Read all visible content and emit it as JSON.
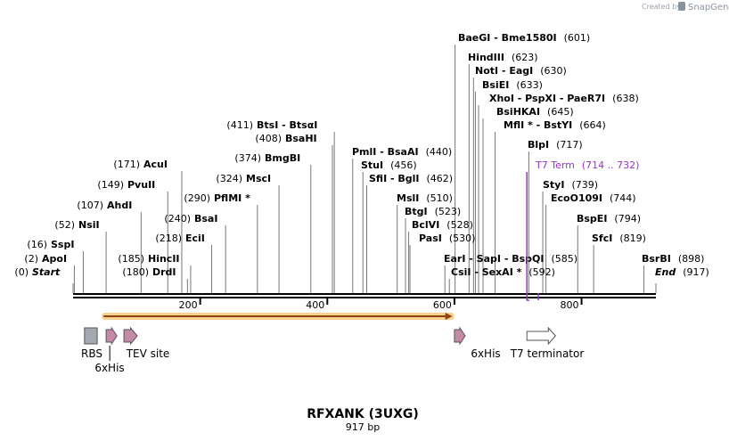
{
  "credit": {
    "prefix": "Created by",
    "brand": "SnapGene",
    "icon": "snapgene-logo-icon"
  },
  "title": "RFXANK (3UXG)",
  "subtitle": "917 bp",
  "sequence_length": 917,
  "ruler": {
    "ticks": [
      200,
      400,
      600,
      800
    ],
    "tick_labels": [
      "200",
      "400",
      "600",
      "800"
    ]
  },
  "sites": [
    {
      "name": "Start",
      "pos": "(0)",
      "value": 0,
      "style": "italic",
      "row": 0,
      "side": "left"
    },
    {
      "name": "ApoI",
      "pos": "(2)",
      "value": 2,
      "style": "bold",
      "row": 1,
      "side": "left"
    },
    {
      "name": "SspI",
      "pos": "(16)",
      "value": 16,
      "style": "bold",
      "row": 2,
      "side": "left"
    },
    {
      "name": "NsiI",
      "pos": "(52)",
      "value": 52,
      "style": "bold",
      "row": 3,
      "side": "left"
    },
    {
      "name": "AhdI",
      "pos": "(107)",
      "value": 107,
      "style": "bold",
      "row": 4,
      "side": "left"
    },
    {
      "name": "PvuII",
      "pos": "(149)",
      "value": 149,
      "style": "bold",
      "row": 5,
      "side": "left"
    },
    {
      "name": "AcuI",
      "pos": "(171)",
      "value": 171,
      "style": "bold",
      "row": 6,
      "side": "left"
    },
    {
      "name": "DrdI",
      "pos": "(180)",
      "value": 180,
      "style": "bold",
      "row": 0,
      "side": "left"
    },
    {
      "name": "HincII",
      "pos": "(185)",
      "value": 185,
      "style": "bold",
      "row": 1,
      "side": "left"
    },
    {
      "name": "EciI",
      "pos": "(218)",
      "value": 218,
      "style": "bold",
      "row": 2,
      "side": "left"
    },
    {
      "name": "BsaI",
      "pos": "(240)",
      "value": 240,
      "style": "bold",
      "row": 3,
      "side": "left"
    },
    {
      "name": "PflMI *",
      "pos": "(290)",
      "value": 290,
      "style": "bold",
      "row": 4,
      "side": "left"
    },
    {
      "name": "MscI",
      "pos": "(324)",
      "value": 324,
      "style": "bold",
      "row": 5,
      "side": "left"
    },
    {
      "name": "BmgBI",
      "pos": "(374)",
      "value": 374,
      "style": "bold",
      "row": 6,
      "side": "left"
    },
    {
      "name": "BsaHI",
      "pos": "(408)",
      "value": 408,
      "style": "bold",
      "row": 7,
      "side": "left"
    },
    {
      "name": "BtsI - BtsαI",
      "pos": "(411)",
      "value": 411,
      "style": "bold",
      "row": 8,
      "side": "left"
    },
    {
      "name": "PmlI - BsaAI",
      "pos": "(440)",
      "value": 440,
      "style": "bold",
      "row": 7,
      "side": "right"
    },
    {
      "name": "StuI",
      "pos": "(456)",
      "value": 456,
      "style": "bold",
      "row": 6,
      "side": "right"
    },
    {
      "name": "SfiI - BglI",
      "pos": "(462)",
      "value": 462,
      "style": "bold",
      "row": 5,
      "side": "right"
    },
    {
      "name": "MslI",
      "pos": "(510)",
      "value": 510,
      "style": "bold",
      "row": 4,
      "side": "right"
    },
    {
      "name": "BtgI",
      "pos": "(523)",
      "value": 523,
      "style": "bold",
      "row": 3,
      "side": "right"
    },
    {
      "name": "BclVI",
      "pos": "(528)",
      "value": 528,
      "style": "bold",
      "row": 2,
      "side": "right"
    },
    {
      "name": "PasI",
      "pos": "(530)",
      "value": 530,
      "style": "bold",
      "row": 1,
      "side": "right"
    },
    {
      "name": "EarI - SapI - BspQI",
      "pos": "(585)",
      "value": 585,
      "style": "bold",
      "row": 1,
      "side": "right"
    },
    {
      "name": "CsiI - SexAI *",
      "pos": "(592)",
      "value": 592,
      "style": "bold",
      "row": 0,
      "side": "right"
    },
    {
      "name": "BaeGI - Bme1580I",
      "pos": "(601)",
      "value": 601,
      "style": "bold",
      "row": 17,
      "side": "right"
    },
    {
      "name": "HindIII",
      "pos": "(623)",
      "value": 623,
      "style": "bold",
      "row": 16,
      "side": "right"
    },
    {
      "name": "NotI - EagI",
      "pos": "(630)",
      "value": 630,
      "style": "bold",
      "row": 15,
      "side": "right"
    },
    {
      "name": "BsiEI",
      "pos": "(633)",
      "value": 633,
      "style": "bold",
      "row": 14,
      "side": "right"
    },
    {
      "name": "XhoI - PspXI - PaeR7I",
      "pos": "(638)",
      "value": 638,
      "style": "bold",
      "row": 13,
      "side": "right"
    },
    {
      "name": "BsiHKAI",
      "pos": "(645)",
      "value": 645,
      "style": "bold",
      "row": 12,
      "side": "right"
    },
    {
      "name": "MflI * - BstYI",
      "pos": "(664)",
      "value": 664,
      "style": "bold",
      "row": 11,
      "side": "right"
    },
    {
      "name": "BlpI",
      "pos": "(717)",
      "value": 717,
      "style": "bold",
      "row": 10,
      "side": "right"
    },
    {
      "name": "T7 Term",
      "pos": "(714 .. 732)",
      "value": 714,
      "style": "purple",
      "row": 9,
      "side": "right"
    },
    {
      "name": "StyI",
      "pos": "(739)",
      "value": 739,
      "style": "bold",
      "row": 8,
      "side": "right"
    },
    {
      "name": "EcoO109I",
      "pos": "(744)",
      "value": 744,
      "style": "bold",
      "row": 7,
      "side": "right"
    },
    {
      "name": "BspEI",
      "pos": "(794)",
      "value": 794,
      "style": "bold",
      "row": 5,
      "side": "right"
    },
    {
      "name": "SfcI",
      "pos": "(819)",
      "value": 819,
      "style": "bold",
      "row": 3,
      "side": "right"
    },
    {
      "name": "BsrBI",
      "pos": "(898)",
      "value": 898,
      "style": "bold",
      "row": 1,
      "side": "right"
    },
    {
      "name": "End",
      "pos": "(917)",
      "value": 917,
      "style": "italic",
      "row": 0,
      "side": "right"
    }
  ],
  "orf": {
    "start": 48,
    "end": 594,
    "color": "#f5c26b",
    "arrow_color": "#8b4513"
  },
  "features": [
    {
      "id": "rbs",
      "label": "RBS",
      "shape": "box",
      "color": "#a4a8b0",
      "start": 18,
      "end": 38
    },
    {
      "id": "his1",
      "label": "6xHis",
      "shape": "arrow",
      "color": "#c48aa6",
      "start": 52,
      "end": 69
    },
    {
      "id": "tev",
      "label": "TEV site",
      "shape": "arrow",
      "color": "#c48aa6",
      "start": 80,
      "end": 101
    },
    {
      "id": "his2",
      "label": "6xHis",
      "shape": "arrow",
      "color": "#c48aa6",
      "start": 600,
      "end": 617
    },
    {
      "id": "t7term",
      "label": "T7 terminator",
      "shape": "arrow",
      "color": "#ffffff",
      "start": 714,
      "end": 759
    }
  ],
  "colors": {
    "purple": "#9933cc",
    "line": "#000000",
    "leader": "#777777"
  }
}
